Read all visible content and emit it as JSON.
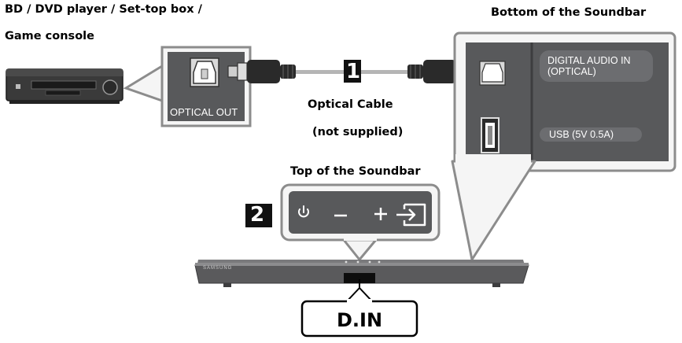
{
  "labels": {
    "source_device_line1": "BD / DVD player / Set-top box /",
    "source_device_line2": "Game console",
    "bottom_of_soundbar": "Bottom of the Soundbar",
    "optical_out": "OPTICAL OUT",
    "cable_line1": "Optical Cable",
    "cable_line2": "(not supplied)",
    "top_of_soundbar": "Top of the Soundbar",
    "digital_audio_in_line1": "DIGITAL AUDIO IN",
    "digital_audio_in_line2": "(OPTICAL)",
    "usb_port": "USB (5V 0.5A)",
    "brand": "SAMSUNG",
    "input_mode": "D.IN"
  },
  "steps": {
    "step1": "1",
    "step2": "2"
  },
  "icons": [
    "power-icon",
    "minus-icon",
    "plus-icon",
    "source-icon",
    "optical-port-icon",
    "usb-port-icon"
  ],
  "colors": {
    "device_dark": "#2f2f2f",
    "panel_gray": "#58595b",
    "callout_border": "#8c8c8c",
    "callout_fill": "#f5f5f5",
    "display_black": "#111111"
  }
}
